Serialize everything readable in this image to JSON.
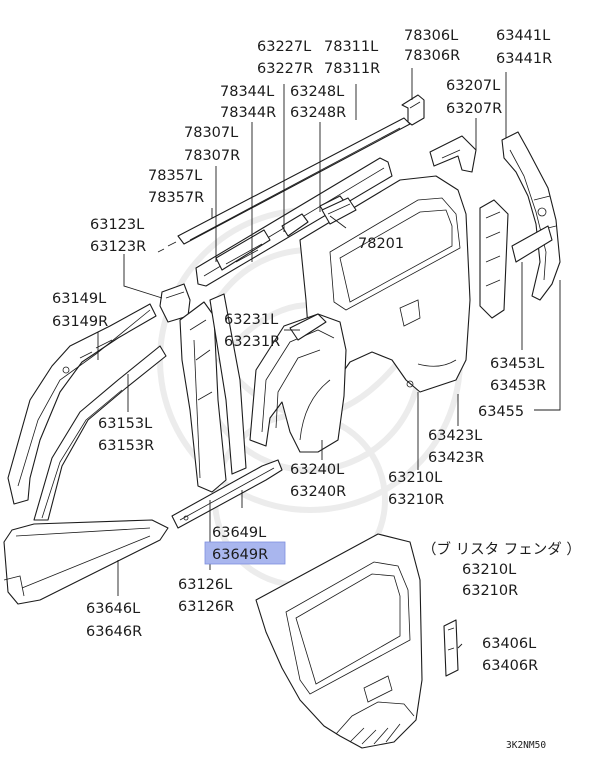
{
  "labels": {
    "p78306": [
      "78306L",
      "78306R"
    ],
    "p63441": [
      "63441L",
      "63441R"
    ],
    "p63227": [
      "63227L",
      "63227R"
    ],
    "p78311": [
      "78311L",
      "78311R"
    ],
    "p63207": [
      "63207L",
      "63207R"
    ],
    "p78344": [
      "78344L",
      "78344R"
    ],
    "p63248": [
      "63248L",
      "63248R"
    ],
    "p78307": [
      "78307L",
      "78307R"
    ],
    "p78357": [
      "78357L",
      "78357R"
    ],
    "p78201": [
      "78201"
    ],
    "p63123": [
      "63123L",
      "63123R"
    ],
    "p63149": [
      "63149L",
      "63149R"
    ],
    "p63231": [
      "63231L",
      "63231R"
    ],
    "p63453": [
      "63453L",
      "63453R"
    ],
    "p63455": [
      "63455"
    ],
    "p63153": [
      "63153L",
      "63153R"
    ],
    "p63423": [
      "63423L",
      "63423R"
    ],
    "p63240": [
      "63240L",
      "63240R"
    ],
    "p63210a": [
      "63210L",
      "63210R"
    ],
    "p63649": [
      "63649L",
      "63649R"
    ],
    "p63210b": [
      "（ブ リスタ  フェンダ ）",
      "63210L",
      "63210R"
    ],
    "p63126": [
      "63126L",
      "63126R"
    ],
    "p63646": [
      "63646L",
      "63646R"
    ],
    "p63406": [
      "63406L",
      "63406R"
    ]
  },
  "highlighted_part": "63649R",
  "highlight_color": "#a9b6ee",
  "diagram_code": "3K2NM50"
}
